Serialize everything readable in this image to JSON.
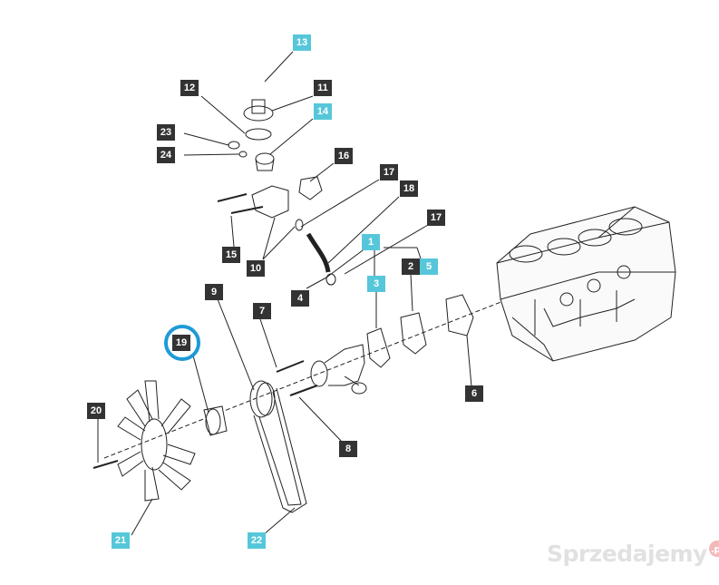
{
  "colors": {
    "dark_label": "#333333",
    "cyan_label": "#56c7da",
    "highlight_ring": "#1e9bd6",
    "line": "#222222"
  },
  "callouts": {
    "c1": "1",
    "c2": "2",
    "c3": "3",
    "c4": "4",
    "c5": "5",
    "c6": "6",
    "c7": "7",
    "c8": "8",
    "c9": "9",
    "c10": "10",
    "c11": "11",
    "c12": "12",
    "c13": "13",
    "c14": "14",
    "c15": "15",
    "c16": "16",
    "c17a": "17",
    "c17b": "17",
    "c18": "18",
    "c19": "19",
    "c20": "20",
    "c21": "21",
    "c22": "22",
    "c23": "23",
    "c24": "24"
  },
  "highlighted_part": "19",
  "watermark": {
    "text": "Sprzedajemy",
    "suffix": ".pl"
  }
}
